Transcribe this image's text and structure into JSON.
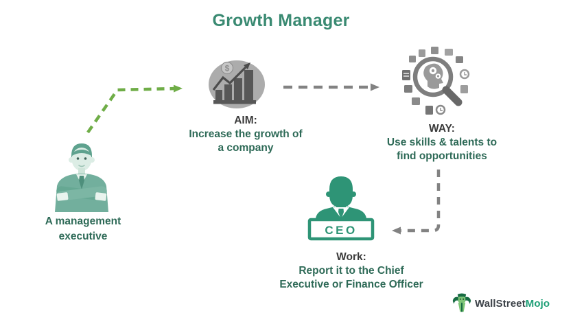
{
  "title": "Growth Manager",
  "colors": {
    "title_teal": "#3a8a72",
    "text_teal": "#2e6a57",
    "label_dark": "#3a3a3a",
    "arrow_green": "#6fad47",
    "arrow_gray": "#828282",
    "icon_ellipse_gray": "#acacac",
    "icon_bar_gray": "#575757",
    "way_gray": "#8e8e8e",
    "ceo_teal": "#2e9476",
    "exec_suit_teal": "#72af9d",
    "exec_suit_dark": "#5ea28e",
    "exec_skin_pale": "#dcede5",
    "logo_text_dark": "#3d4349",
    "logo_text_green": "#21a078",
    "logo_mascot_dark": "#176b43",
    "logo_mascot_light": "#7cc576"
  },
  "nodes": {
    "executive": {
      "line1": "A management",
      "line2": "executive"
    },
    "aim": {
      "label": "AIM:",
      "desc1": "Increase the growth of",
      "desc2": "a company",
      "coin_symbol": "$"
    },
    "way": {
      "label": "WAY:",
      "desc1": "Use skills & talents to",
      "desc2": "find opportunities"
    },
    "work": {
      "label": "Work:",
      "desc1": "Report it to the Chief",
      "desc2": "Executive or Finance Officer",
      "badge": "CEO"
    }
  },
  "icons": {
    "executive": "management-executive-person-icon",
    "aim": "growth-bar-chart-icon",
    "way": "magnifier-skills-search-icon",
    "work": "ceo-person-icon",
    "logo": "wallstreetmojo-mascot-icon"
  },
  "logo": {
    "part1": "WallStreet",
    "part2": "Mojo"
  }
}
